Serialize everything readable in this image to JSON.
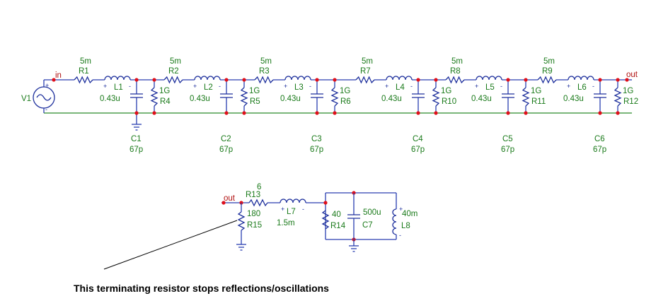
{
  "ladder": {
    "source": {
      "ref": "V1"
    },
    "in_label": "in",
    "out_label": "out",
    "stages": [
      {
        "r_ref": "R1",
        "r_val": "5m",
        "l_ref": "L1",
        "l_val": "0.43u",
        "c_ref": "C1",
        "c_val": "67p",
        "rs_ref": "R4",
        "rs_val": "1G"
      },
      {
        "r_ref": "R2",
        "r_val": "5m",
        "l_ref": "L2",
        "l_val": "0.43u",
        "c_ref": "C2",
        "c_val": "67p",
        "rs_ref": "R5",
        "rs_val": "1G"
      },
      {
        "r_ref": "R3",
        "r_val": "5m",
        "l_ref": "L3",
        "l_val": "0.43u",
        "c_ref": "C3",
        "c_val": "67p",
        "rs_ref": "R6",
        "rs_val": "1G"
      },
      {
        "r_ref": "R7",
        "r_val": "5m",
        "l_ref": "L4",
        "l_val": "0.43u",
        "c_ref": "C4",
        "c_val": "67p",
        "rs_ref": "R10",
        "rs_val": "1G"
      },
      {
        "r_ref": "R8",
        "r_val": "5m",
        "l_ref": "L5",
        "l_val": "0.43u",
        "c_ref": "C5",
        "c_val": "67p",
        "rs_ref": "R11",
        "rs_val": "1G"
      },
      {
        "r_ref": "R9",
        "r_val": "5m",
        "l_ref": "L6",
        "l_val": "0.43u",
        "c_ref": "C6",
        "c_val": "67p",
        "rs_ref": "R12",
        "rs_val": "1G"
      }
    ]
  },
  "load": {
    "out_label": "out",
    "r13": {
      "ref": "R13",
      "val": "6"
    },
    "r15": {
      "ref": "R15",
      "val": "180"
    },
    "l7": {
      "ref": "L7",
      "val": "1.5m"
    },
    "r14": {
      "ref": "R14",
      "val": "40"
    },
    "c7": {
      "ref": "C7",
      "val": "500u"
    },
    "l8": {
      "ref": "L8",
      "val": "40m"
    }
  },
  "annotation": "This terminating resistor stops reflections/oscillations"
}
